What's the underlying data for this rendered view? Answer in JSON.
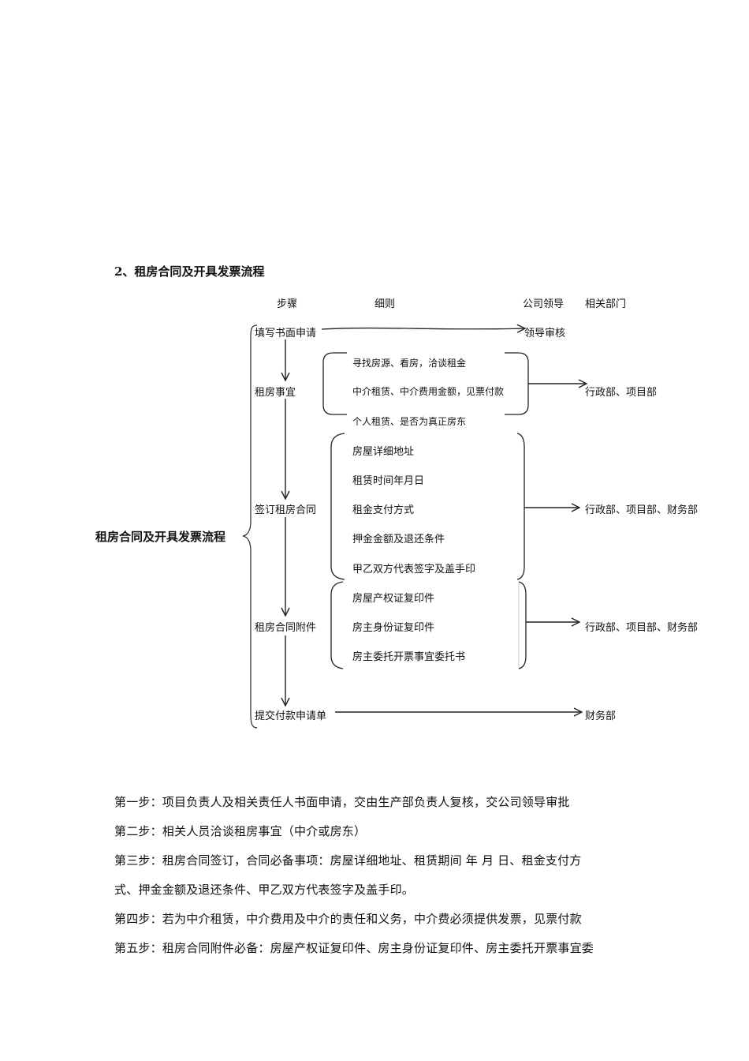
{
  "section_title": "2、租房合同及开具发票流程",
  "headers": {
    "steps": "步骤",
    "details": "细则",
    "leader": "公司领导",
    "departments": "相关部门"
  },
  "side_title": "租房合同及开具发票流程",
  "flow": {
    "step1": "填写书面申请",
    "leader_review": "领导审核",
    "step2": "租房事宜",
    "step2_details": [
      "寻找房源、看房，洽谈租金",
      "中介租赁、中介费用金额，见票付款",
      "个人租赁、是否为真正房东"
    ],
    "step2_dept": "行政部、项目部",
    "step3": "签订租房合同",
    "step3_details": [
      "房屋详细地址",
      "租赁时间年月日",
      "租金支付方式",
      "押金金额及退还条件",
      "甲乙双方代表签字及盖手印"
    ],
    "step3_dept": "行政部、项目部、财务部",
    "step4": "租房合同附件",
    "step4_details": [
      "房屋产权证复印件",
      "房主身份证复印件",
      "房主委托开票事宜委托书"
    ],
    "step4_dept": "行政部、项目部、财务部",
    "step5": "提交付款申请单",
    "step5_dept": "财务部"
  },
  "paragraphs": [
    "第一步：项目负责人及相关责任人书面申请，交由生产部负责人复核，交公司领导审批",
    "第二步：相关人员洽谈租房事宜（中介或房东）",
    "第三步：租房合同签订，合同必备事项：房屋详细地址、租赁期间  年  月  日、租金支付方",
    "式、押金金额及退还条件、甲乙双方代表签字及盖手印。",
    "第四步：若为中介租赁，中介费用及中介的责任和义务，中介费必须提供发票，见票付款",
    "第五步：租房合同附件必备：房屋产权证复印件、房主身份证复印件、房主委托开票事宜委"
  ]
}
